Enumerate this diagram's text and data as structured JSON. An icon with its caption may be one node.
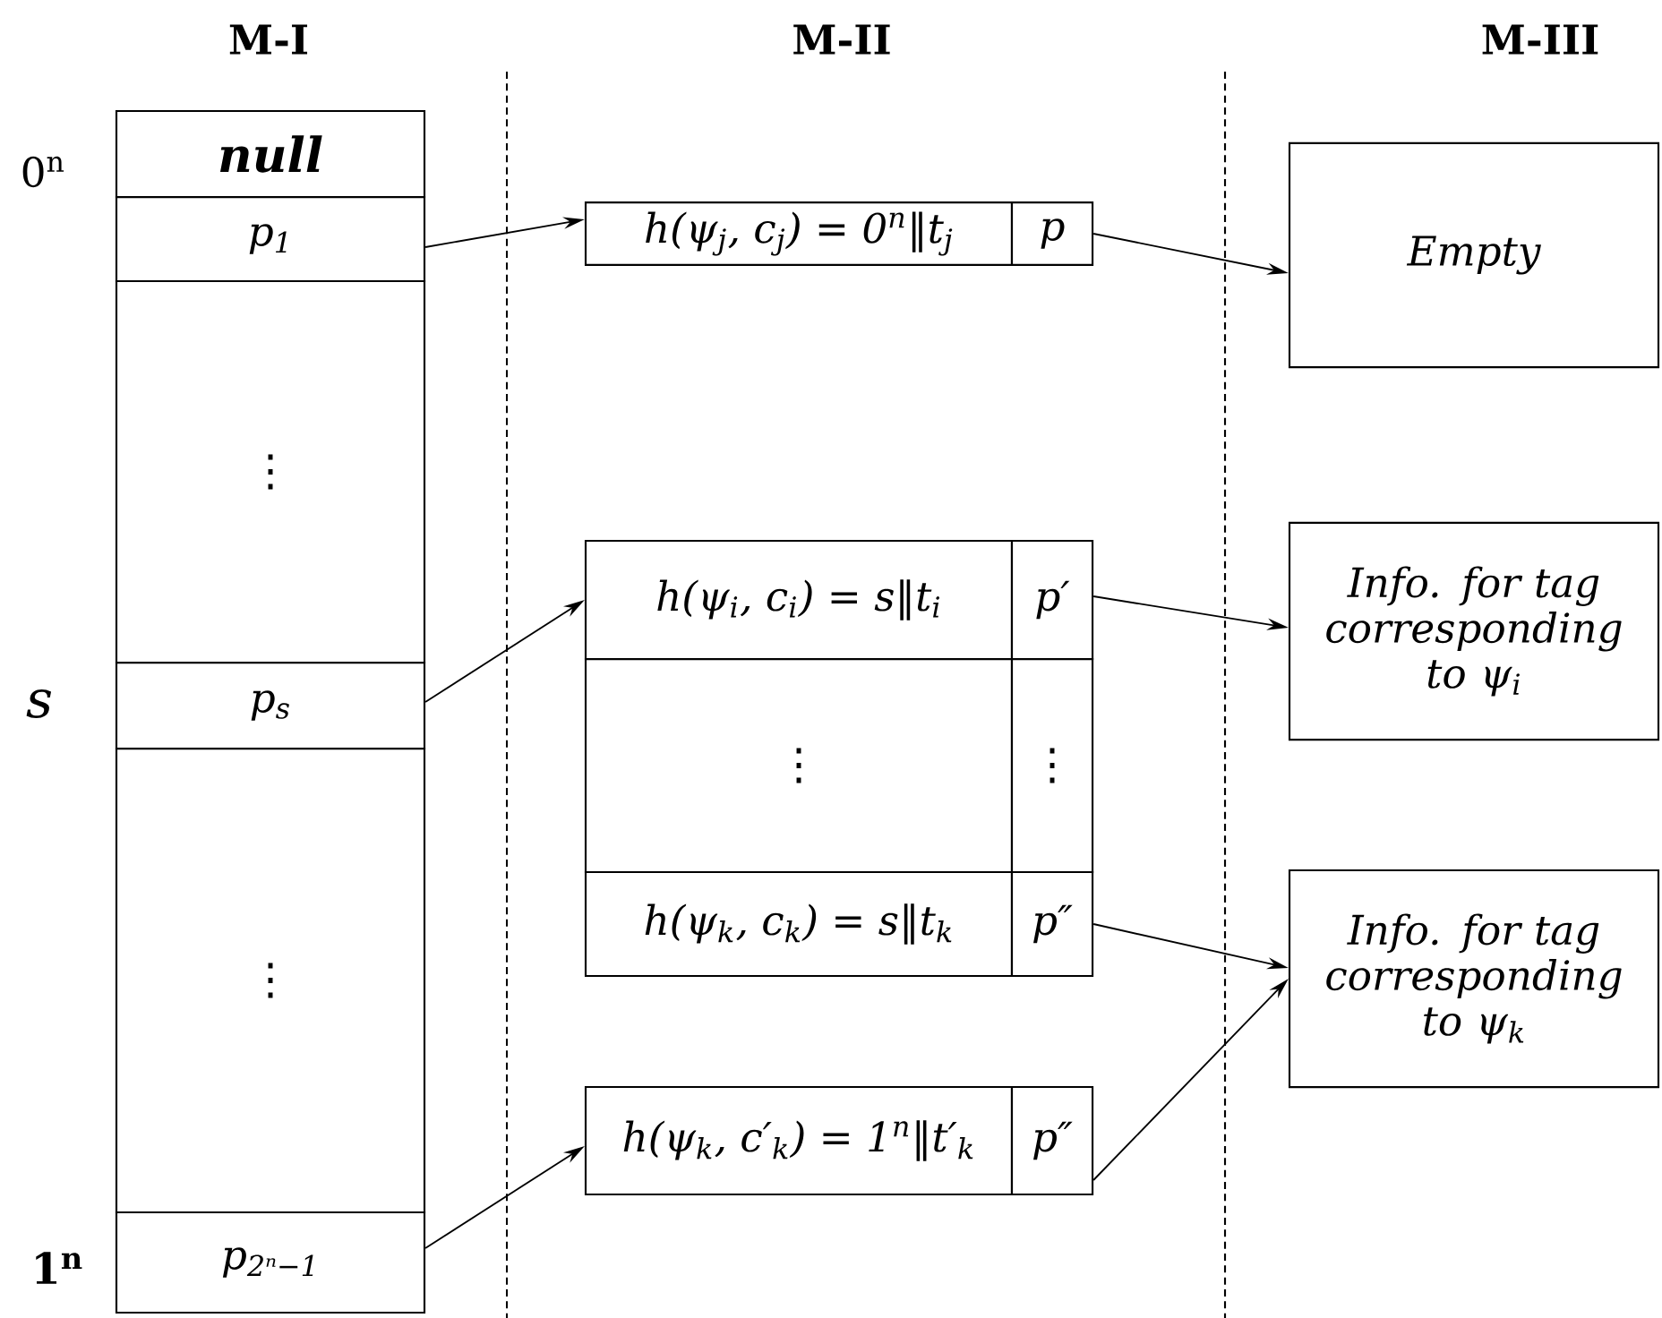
{
  "diagram": {
    "nodes": [
      {
        "text": [
          "null"
        ]
      },
      {
        "text": [
          "p$_{1}$"
        ]
      },
      {
        "text": [
          "⋮"
        ]
      },
      {
        "text": [
          "p$_{s}$"
        ]
      },
      {
        "text": [
          "⋮"
        ]
      },
      {
        "text": [
          "p$_{2ⁿ−1}$"
        ]
      },
      {
        "text": [
          "h(ψ$_{j}$, c$_{j}$) = 0$^{n}$‖t$_{j}$"
        ]
      },
      {
        "text": [
          "p"
        ]
      },
      {
        "text": [
          "h(ψ$_{i}$, c$_{i}$) = s‖t$_{i}$"
        ]
      },
      {
        "text": [
          "p′"
        ]
      },
      {
        "text": [
          "⋮"
        ]
      },
      {
        "text": [
          "⋮"
        ]
      },
      {
        "text": [
          "h(ψ$_{k}$, c$_{k}$) = s‖t$_{k}$"
        ]
      },
      {
        "text": [
          "p″"
        ]
      },
      {
        "text": [
          "h(ψ$_{k}$, c′$_{k}$) = 1$^{n}$‖t′$_{k}$"
        ]
      },
      {
        "text": [
          "p″"
        ]
      },
      {
        "text": [
          "Empty"
        ]
      },
      {
        "text": [
          "Info. for tag corresponding to ψ$_{i}$"
        ]
      },
      {
        "text": [
          "Info. for tag corresponding to ψ$_{k}$"
        ]
      }
    ],
    "edges": [
      {
        "from": 1,
        "to": 6,
        "arrow": "to"
      },
      {
        "from": 3,
        "to": 8,
        "arrow": "to"
      },
      {
        "from": 5,
        "to": 14,
        "arrow": "to"
      },
      {
        "from": 7,
        "to": 16,
        "arrow": "to"
      },
      {
        "from": 9,
        "to": 17,
        "arrow": "to"
      },
      {
        "from": 13,
        "to": 18,
        "arrow": "to"
      },
      {
        "from": 15,
        "to": 18,
        "arrow": "to"
      }
    ],
    "labels": [
      "M-I",
      "M-II",
      "M-III",
      "0$^{n}$",
      "s",
      "1$^{n}$"
    ]
  }
}
